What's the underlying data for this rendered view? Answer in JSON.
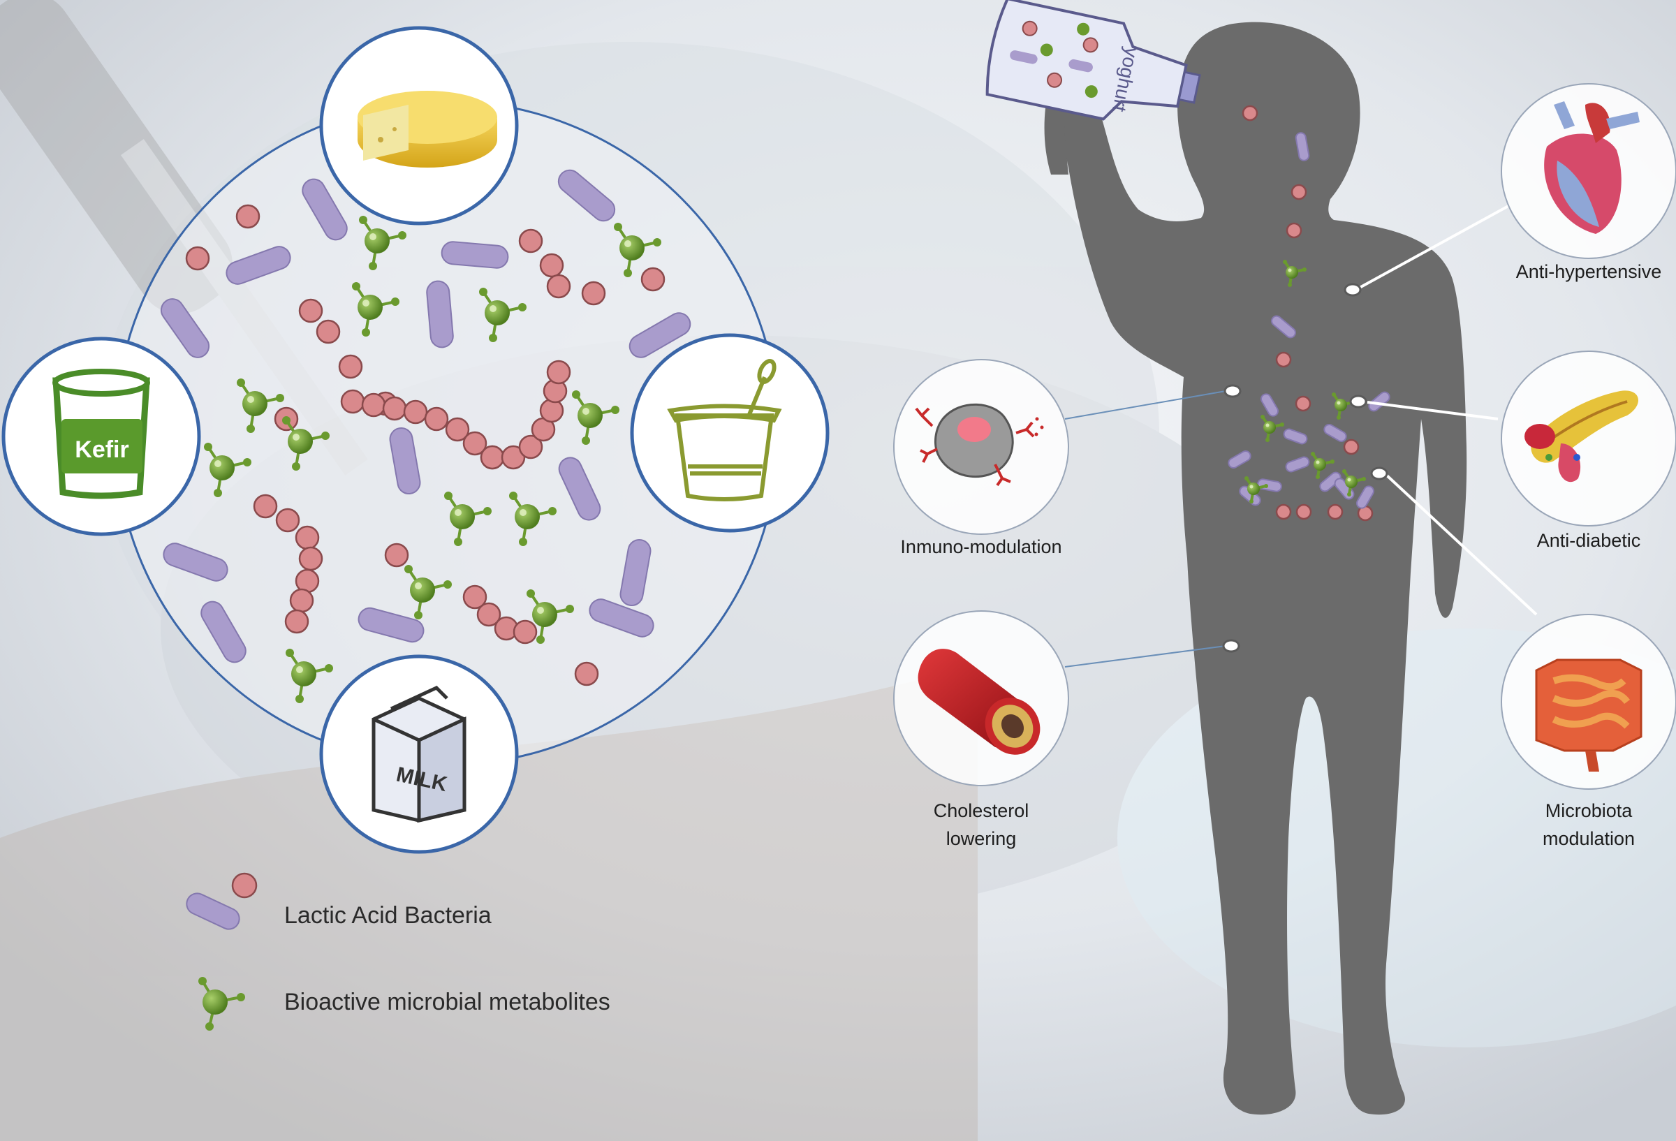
{
  "containers": {
    "kefir": "Kefir",
    "milk": "MILK",
    "yoghurt": "yoghurt"
  },
  "effects": {
    "anti_hypertensive": "Anti-hypertensive",
    "anti_diabetic": "Anti-diabetic",
    "microbiota": [
      "Microbiota",
      "modulation"
    ],
    "immuno": "Inmuno-modulation",
    "cholesterol": [
      "Cholesterol",
      "lowering"
    ]
  },
  "legend": {
    "lab": "Lactic Acid Bacteria",
    "metabolites": "Bioactive microbial metabolites"
  },
  "colors": {
    "bacteria_fill": "#d9898c",
    "rod_fill": "#a99ccc",
    "metabolite": "#6a9a2e",
    "circle_stroke": "#3a66a8",
    "silhouette": "#6b6b6b"
  }
}
